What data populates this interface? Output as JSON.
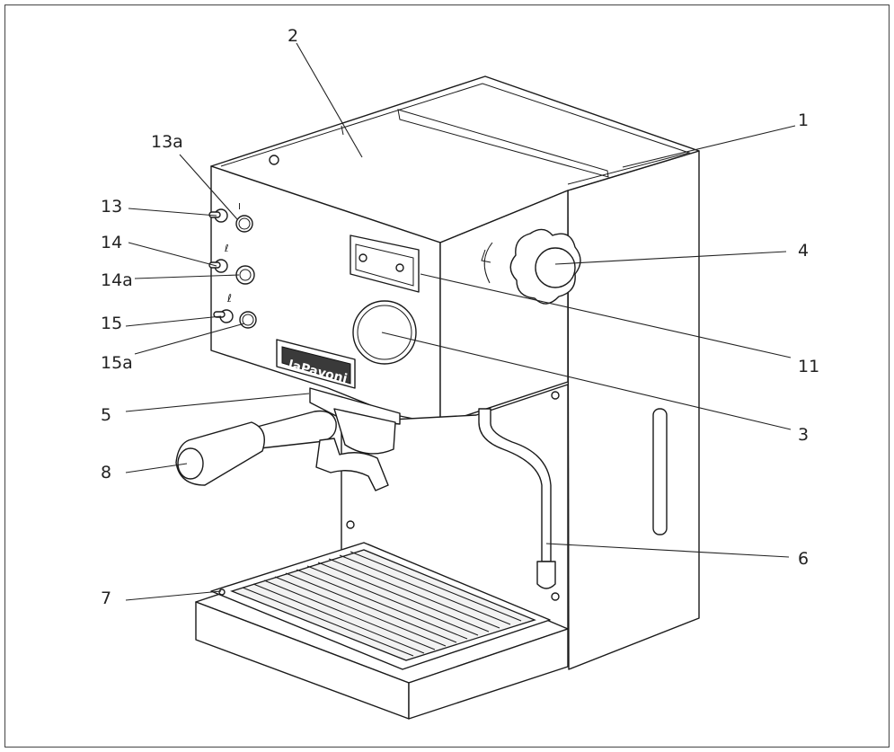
{
  "brand": "laPavoni",
  "callouts": [
    {
      "id": "c1",
      "text": "1"
    },
    {
      "id": "c2",
      "text": "2"
    },
    {
      "id": "c3",
      "text": "3"
    },
    {
      "id": "c4",
      "text": "4"
    },
    {
      "id": "c5",
      "text": "5"
    },
    {
      "id": "c6",
      "text": "6"
    },
    {
      "id": "c7",
      "text": "7"
    },
    {
      "id": "c8",
      "text": "8"
    },
    {
      "id": "c11",
      "text": "11"
    },
    {
      "id": "c13",
      "text": "13"
    },
    {
      "id": "c13a",
      "text": "13a"
    },
    {
      "id": "c14",
      "text": "14"
    },
    {
      "id": "c14a",
      "text": "14a"
    },
    {
      "id": "c15",
      "text": "15"
    },
    {
      "id": "c15a",
      "text": "15a"
    }
  ]
}
